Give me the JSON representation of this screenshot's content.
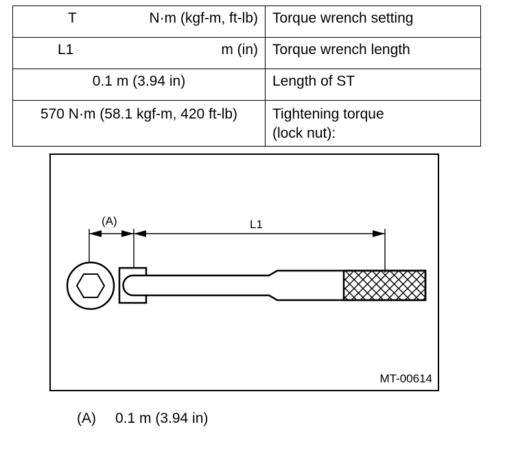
{
  "table": {
    "rows": [
      {
        "left_a": "T",
        "left_b": "N·m (kgf-m, ft-lb)",
        "right": "Torque wrench setting"
      },
      {
        "left_a": "L1",
        "left_b": "m (in)",
        "right": "Torque wrench length"
      },
      {
        "left": "0.1 m (3.94 in)",
        "right": "Length of ST"
      },
      {
        "left": "570 N·m (58.1 kgf-m, 420 ft-lb)",
        "right_line1": "Tightening torque",
        "right_line2": "(lock nut):"
      }
    ]
  },
  "figure": {
    "label_a": "(A)",
    "label_l1": "L1",
    "figure_id": "MT-00614"
  },
  "footnote": {
    "key": "(A)",
    "text": "0.1 m (3.94 in)"
  }
}
